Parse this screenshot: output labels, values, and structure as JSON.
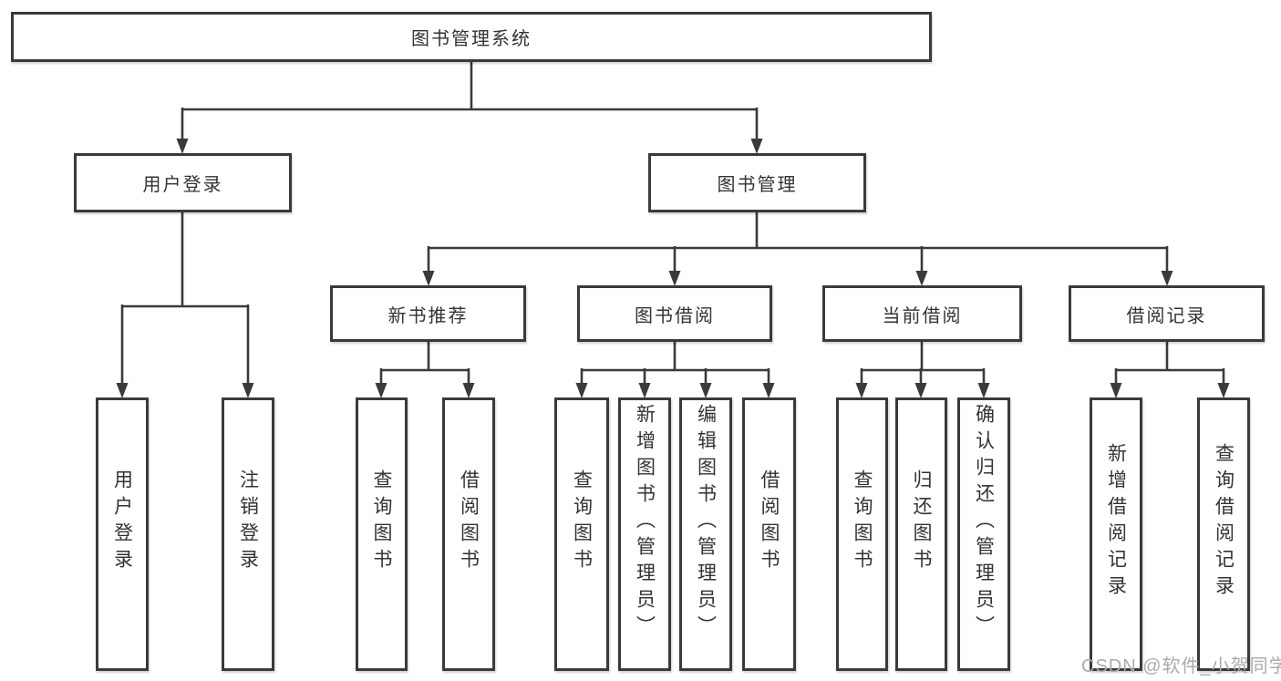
{
  "colors": {
    "line": "#3a3a3a",
    "text": "#333333",
    "watermark": "#ababab",
    "background": "#ffffff"
  },
  "watermark": {
    "text": "CSDN @软件_小贺同学"
  },
  "tree": {
    "label": "图书管理系统",
    "children": [
      {
        "label": "用户登录",
        "children": [
          {
            "label": "用户登录"
          },
          {
            "label": "注销登录"
          }
        ]
      },
      {
        "label": "图书管理",
        "children": [
          {
            "label": "新书推荐",
            "children": [
              {
                "label": "查询图书"
              },
              {
                "label": "借阅图书"
              }
            ]
          },
          {
            "label": "图书借阅",
            "children": [
              {
                "label": "查询图书"
              },
              {
                "label": "新增图书（管理员）"
              },
              {
                "label": "编辑图书（管理员）"
              },
              {
                "label": "借阅图书"
              }
            ]
          },
          {
            "label": "当前借阅",
            "children": [
              {
                "label": "查询图书"
              },
              {
                "label": "归还图书"
              },
              {
                "label": "确认归还（管理员）"
              }
            ]
          },
          {
            "label": "借阅记录",
            "children": [
              {
                "label": "新增借阅记录"
              },
              {
                "label": "查询借阅记录"
              }
            ]
          }
        ]
      }
    ]
  }
}
